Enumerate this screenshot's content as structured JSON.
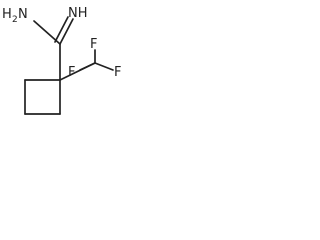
{
  "molecule": {
    "labels": {
      "amine_h": "H",
      "amine_h_count": "2",
      "amine_n": "N",
      "imine": "NH",
      "fluorine_top": "F",
      "fluorine_left": "F",
      "fluorine_right": "F"
    }
  },
  "colors": {
    "ink": "#222222",
    "background": "#ffffff"
  }
}
